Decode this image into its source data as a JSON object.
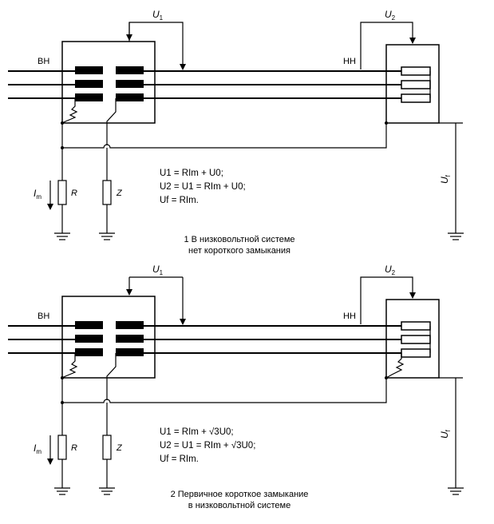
{
  "labels": {
    "hv": "ВН",
    "lv": "НН",
    "u1": "U",
    "u1_sub": "1",
    "u2": "U",
    "u2_sub": "2",
    "uf": "U",
    "uf_sub": "f",
    "r": "R",
    "z": "Z",
    "im": "I",
    "im_sub": "m"
  },
  "diagram1": {
    "caption_line1": "1 В низковольтной системе",
    "caption_line2": "нет короткого замыкания",
    "eq1": "U1 = RIm + U0;",
    "eq2": "U2 = U1 = RIm + U0;",
    "eq3": "Uf = RIm."
  },
  "diagram2": {
    "caption_line1": "2 Первичное короткое замыкание",
    "caption_line2": "в низковольтной системе",
    "eq1": "U1 = RIm + √3U0;",
    "eq2": "U2 = U1 = RIm + √3U0;",
    "eq3": "Uf = RIm."
  }
}
